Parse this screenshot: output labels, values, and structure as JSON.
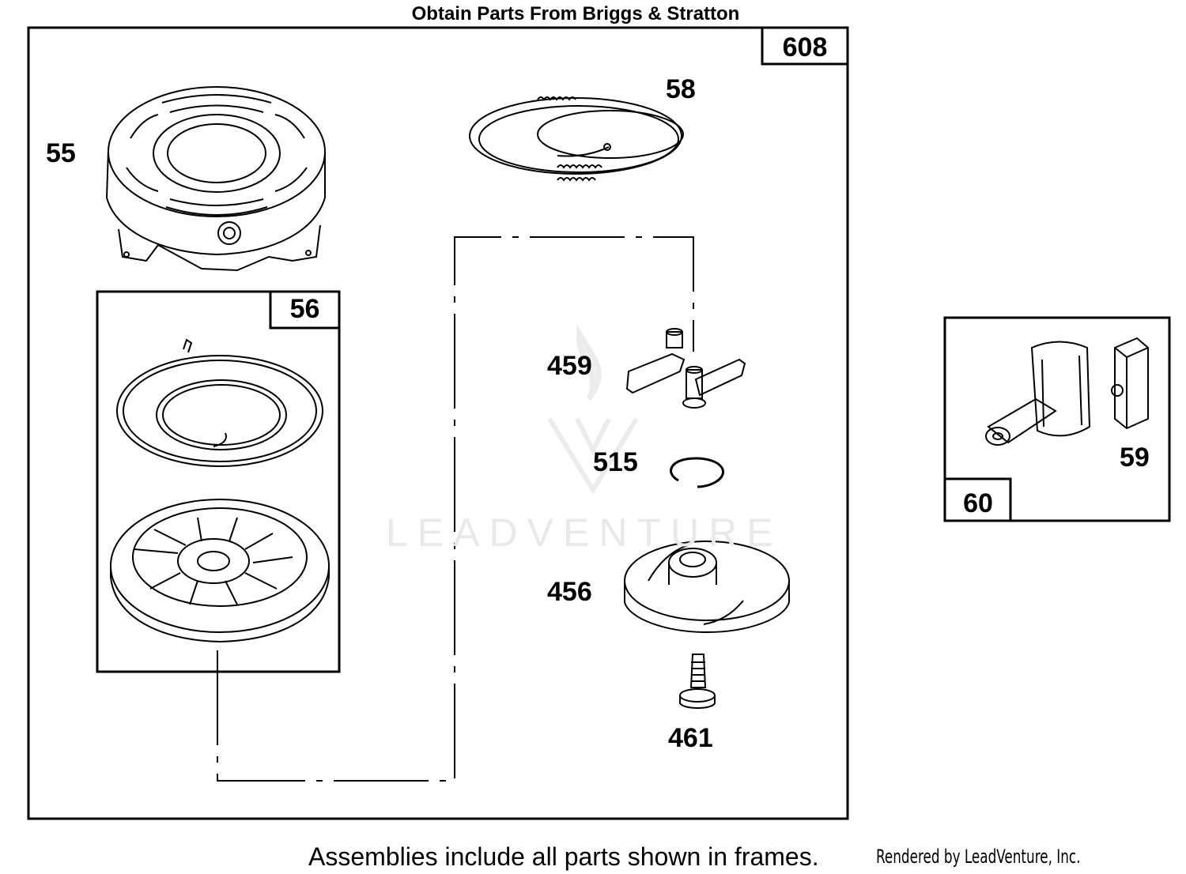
{
  "header": {
    "title": "Obtain Parts From Briggs & Stratton"
  },
  "frames": {
    "main": {
      "number": "608"
    },
    "spring_assembly": {
      "number": "56"
    },
    "handle_assembly": {
      "number": "60"
    }
  },
  "callouts": {
    "housing": "55",
    "rope": "58",
    "dog": "459",
    "retainer_ring": "515",
    "cam_retainer": "456",
    "screw": "461",
    "handle_insert": "59"
  },
  "watermark": {
    "text": "LEADVENTURE"
  },
  "footer": {
    "note": "Assemblies include all parts shown in frames.",
    "credit": "Rendered by LeadVenture, Inc."
  }
}
